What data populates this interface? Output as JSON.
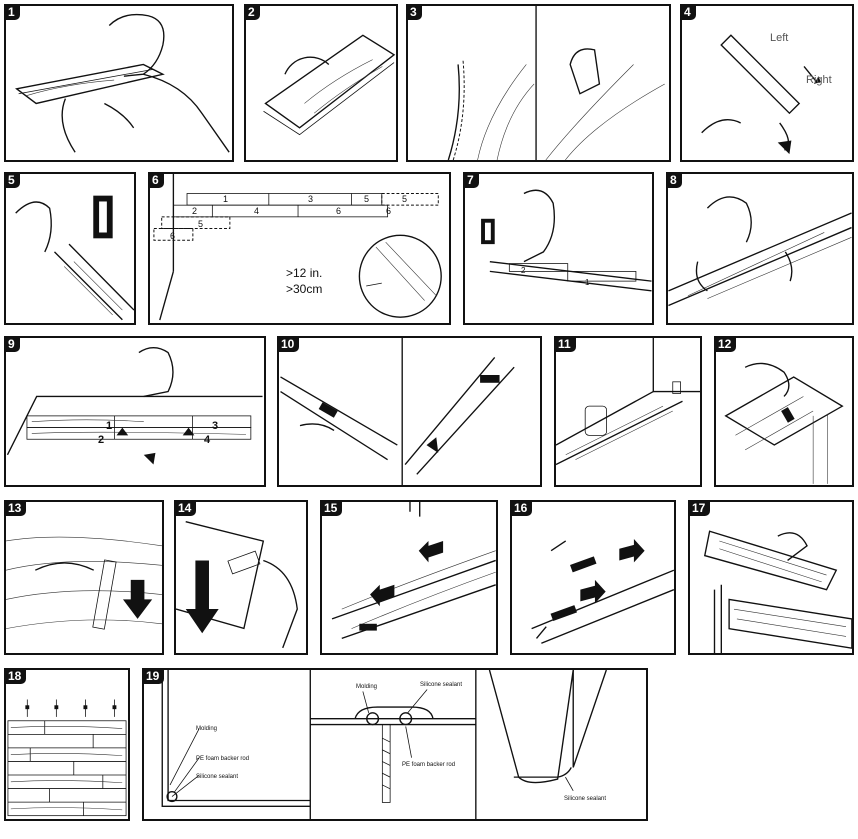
{
  "panels": [
    {
      "num": "1"
    },
    {
      "num": "2"
    },
    {
      "num": "3"
    },
    {
      "num": "4"
    },
    {
      "num": "5"
    },
    {
      "num": "6"
    },
    {
      "num": "7"
    },
    {
      "num": "8"
    },
    {
      "num": "9"
    },
    {
      "num": "10"
    },
    {
      "num": "11"
    },
    {
      "num": "12"
    },
    {
      "num": "13"
    },
    {
      "num": "14"
    },
    {
      "num": "15"
    },
    {
      "num": "16"
    },
    {
      "num": "17"
    },
    {
      "num": "18"
    },
    {
      "num": "19"
    }
  ],
  "step4": {
    "left": "Left",
    "right": "Right"
  },
  "step6": {
    "rows_top": [
      "1",
      "3",
      "5",
      "5"
    ],
    "rows_mid": [
      "2",
      "4",
      "6",
      "6"
    ],
    "rows_bot": [
      "5",
      "6"
    ],
    "gap_in": ">12 in.",
    "gap_cm": ">30cm"
  },
  "step7": {
    "boards": [
      "2",
      "1"
    ]
  },
  "step9": {
    "boards": [
      "1",
      "2",
      "3",
      "4"
    ]
  },
  "step19": {
    "molding": "Molding",
    "pe_foam": "PE foam backer rod",
    "silicone": "Silicone sealant"
  }
}
